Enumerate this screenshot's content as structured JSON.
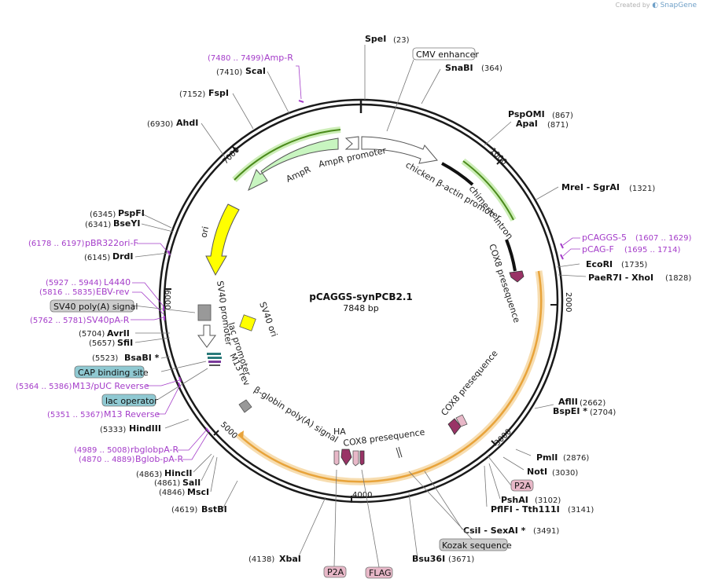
{
  "credit": {
    "text": "Created by",
    "brand": "SnapGene"
  },
  "plasmid": {
    "name": "pCAGGS-synPCB2.1",
    "length_text": "7848 bp",
    "length": 7848
  },
  "ticks": [
    "1000",
    "2000",
    "3000",
    "4000",
    "5000",
    "6000",
    "7000"
  ],
  "enzymes": [
    {
      "name": "SpeI",
      "pos": "(23)",
      "site": 23
    },
    {
      "name": "SnaBI",
      "pos": "(364)",
      "site": 364
    },
    {
      "name": "PspOMI",
      "pos": "(867)",
      "site": 867
    },
    {
      "name": "ApaI",
      "pos": "(871)",
      "site": 871
    },
    {
      "name": "MreI  - SgrAI",
      "pos": "(1321)",
      "site": 1321
    },
    {
      "name": "EcoRI",
      "pos": "(1735)",
      "site": 1735
    },
    {
      "name": "PaeR7I  - XhoI",
      "pos": "(1828)",
      "site": 1828
    },
    {
      "name": "AflII",
      "pos": "(2662)",
      "site": 2662
    },
    {
      "name": "BspEI *",
      "pos": "(2704)",
      "site": 2704
    },
    {
      "name": "PmlI",
      "pos": "(2876)",
      "site": 2876
    },
    {
      "name": "NotI",
      "pos": "(3030)",
      "site": 3030
    },
    {
      "name": "PshAI",
      "pos": "(3102)",
      "site": 3102
    },
    {
      "name": "PflFI  - Tth111I",
      "pos": "(3141)",
      "site": 3141
    },
    {
      "name": "CsiI  - SexAI *",
      "pos": "(3491)",
      "site": 3491
    },
    {
      "name": "Bsu36I",
      "pos": "(3671)",
      "site": 3671
    },
    {
      "name": "XbaI",
      "pos": "(4138)",
      "site": 4138
    },
    {
      "name": "BstBI",
      "pos": "(4619)",
      "site": 4619
    },
    {
      "name": "MscI",
      "pos": "(4846)",
      "site": 4846
    },
    {
      "name": "SalI",
      "pos": "(4861)",
      "site": 4861
    },
    {
      "name": "HincII",
      "pos": "(4863)",
      "site": 4863
    },
    {
      "name": "HindIII",
      "pos": "(5333)",
      "site": 5333
    },
    {
      "name": "BsaBI *",
      "pos": "(5523)",
      "site": 5523
    },
    {
      "name": "SfiI",
      "pos": "(5657)",
      "site": 5657
    },
    {
      "name": "AvrII",
      "pos": "(5704)",
      "site": 5704
    },
    {
      "name": "DrdI",
      "pos": "(6145)",
      "site": 6145
    },
    {
      "name": "BseYI",
      "pos": "(6341)",
      "site": 6341
    },
    {
      "name": "PspFI",
      "pos": "(6345)",
      "site": 6345
    },
    {
      "name": "AhdI",
      "pos": "(6930)",
      "site": 6930
    },
    {
      "name": "FspI",
      "pos": "(7152)",
      "site": 7152
    },
    {
      "name": "ScaI",
      "pos": "(7410)",
      "site": 7410
    }
  ],
  "primers": [
    {
      "name": "Amp-R",
      "pos": "(7480 .. 7499)"
    },
    {
      "name": "pCAGGS-5",
      "pos": "(1607 .. 1629)"
    },
    {
      "name": "pCAG-F",
      "pos": "(1695 .. 1714)"
    },
    {
      "name": "pBR322ori-F",
      "pos": "(6178 .. 6197)"
    },
    {
      "name": "L4440",
      "pos": "(5927 .. 5944)"
    },
    {
      "name": "EBV-rev",
      "pos": "(5816 .. 5835)"
    },
    {
      "name": "SV40pA-R",
      "pos": "(5762 .. 5781)"
    },
    {
      "name": "M13/pUC Reverse",
      "pos": "(5364 .. 5386)"
    },
    {
      "name": "M13 Reverse",
      "pos": "(5351 .. 5367)"
    },
    {
      "name": "rbglobpA-R",
      "pos": "(4989 .. 5008)"
    },
    {
      "name": "Bglob-pA-R",
      "pos": "(4870 .. 4889)"
    }
  ],
  "features": {
    "cmv_enhancer": "CMV enhancer",
    "chicken_actin": "chicken β-actin promoter",
    "chimeric_intron": "chimeric intron",
    "cox8_1": "COX8 presequence",
    "cox8_2": "COX8 presequence",
    "cox8_3": "COX8 presequence",
    "p2a_1": "P2A",
    "p2a_2": "P2A",
    "kozak": "Kozak sequence",
    "flag": "FLAG",
    "ha": "HA",
    "bglobin": "β-globin poly(A) signal",
    "m13rev": "M13 rev",
    "lac_promoter": "lac promoter",
    "cap_binding": "CAP binding site",
    "lac_operator": "lac operator",
    "sv40_promoter": "SV40 promoter",
    "sv40_ori": "SV40 ori",
    "sv40_polya": "SV40 poly(A) signal",
    "ori": "ori",
    "ampr": "AmpR",
    "ampr_promoter": "AmpR promoter"
  },
  "colors": {
    "backbone": "#1a1a1a",
    "ampr": "#c8f5c0",
    "ampr_arc": "#4a8a1a",
    "ori": "#ffff00",
    "orf_arc": "#e8a33a",
    "orf_glow": "#f7ddb0",
    "cox8": "#993366",
    "p2a": "#e8b8c8",
    "primer": "#a43cc9",
    "cap_binding": "#8fc9d2",
    "sv40_polya": "#999999",
    "kozak": "#cccccc"
  }
}
